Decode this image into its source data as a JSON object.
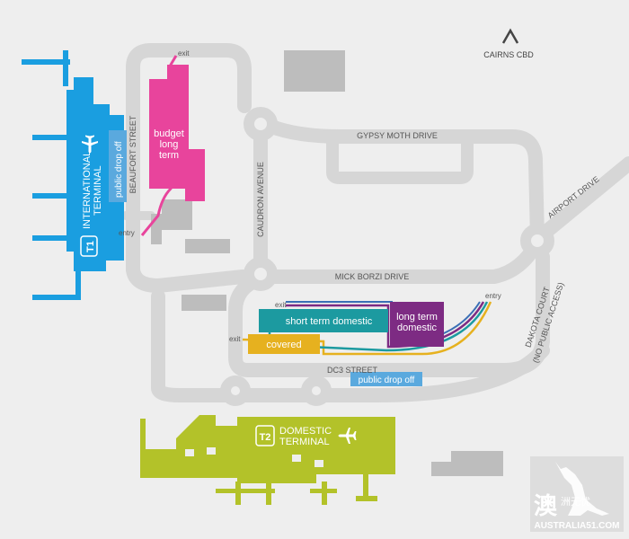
{
  "colors": {
    "background": "#eeeeee",
    "road": "#d6d6d6",
    "building": "#bdbdbd",
    "international": "#1a9ee0",
    "domestic": "#b3c229",
    "budget": "#e8449c",
    "short_term": "#1c9aa0",
    "long_term": "#7d2b83",
    "covered": "#e6b11f",
    "drop_off": "#5aa9de",
    "route_yellow": "#e6b11f",
    "route_teal": "#1c9aa0",
    "route_purple": "#7d2b83",
    "route_blue": "#3a6fb5"
  },
  "labels": {
    "cairns_cbd": "CAIRNS CBD",
    "gypsy_moth_drive": "GYPSY MOTH DRIVE",
    "airport_drive": "AIRPORT DRIVE",
    "mick_borzi_drive": "MICK BORZI DRIVE",
    "dc3_street": "DC3 STREET",
    "caudron_avenue": "CAUDRON AVENUE",
    "beaufort_street": "BEAUFORT STREET",
    "dakota_court_line1": "DAKOTA COURT",
    "dakota_court_line2": "(NO PUBLIC ACCESS)",
    "intl_terminal_line1": "INTERNATIONAL",
    "intl_terminal_line2": "TERMINAL",
    "t1": "T1",
    "t2": "T2",
    "dom_terminal_line1": "DOMESTIC",
    "dom_terminal_line2": "TERMINAL",
    "intl_drop_off": "public drop off",
    "dom_drop_off": "public drop off",
    "budget_line1": "budget",
    "budget_line2": "long",
    "budget_line3": "term",
    "short_term_domestic": "short term domestic",
    "long_term_line1": "long term",
    "long_term_line2": "domestic",
    "covered": "covered",
    "exit": "exit",
    "entry": "entry",
    "watermark_char": "澳",
    "watermark_small": "洲无忧",
    "watermark_site": "AUSTRALIA51.COM"
  },
  "icons": {
    "north": "north-arrow-icon",
    "plane": "airplane-icon",
    "kangaroo": "kangaroo-icon"
  }
}
